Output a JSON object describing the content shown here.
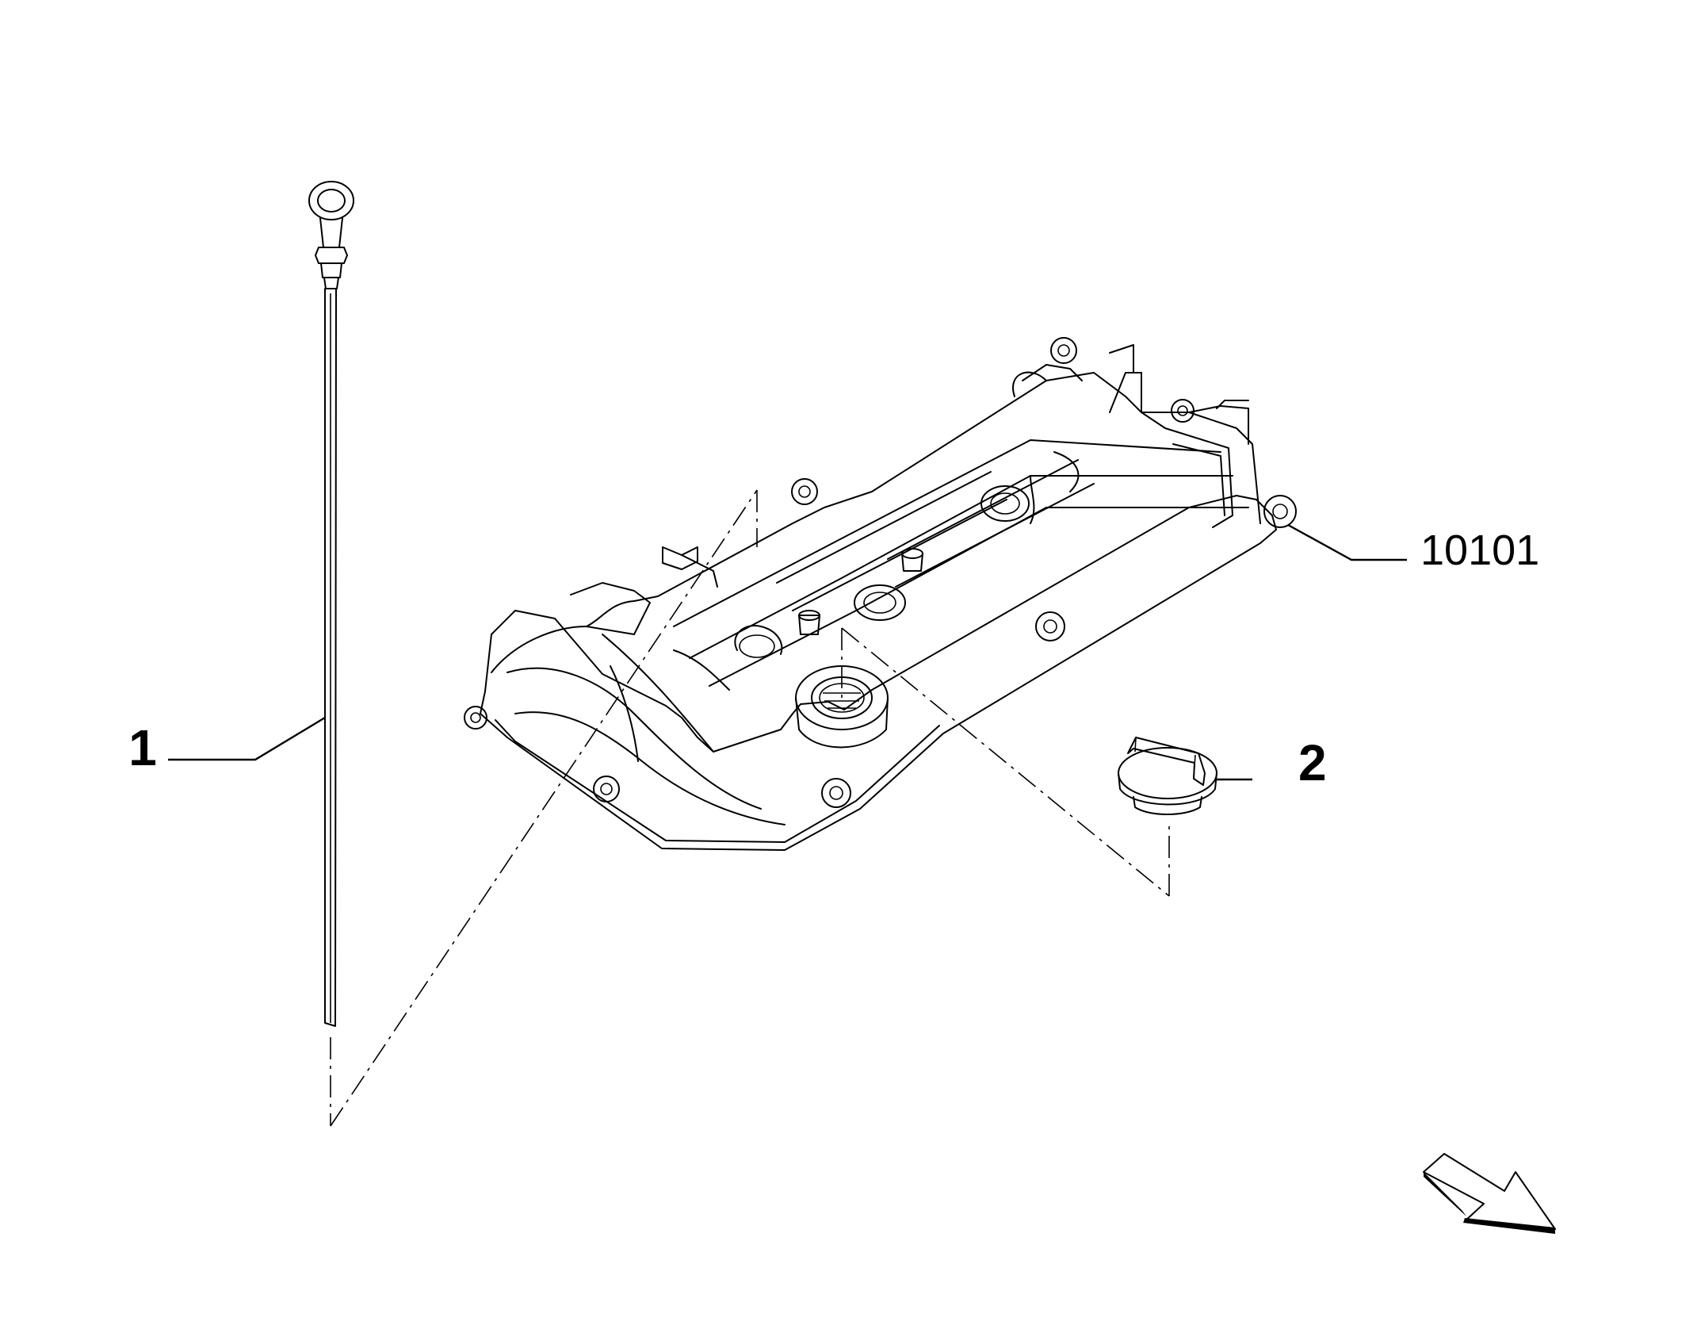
{
  "diagram": {
    "callouts": {
      "dipstick": "1",
      "cover": "10101",
      "cap": "2"
    },
    "icons": {
      "dipstick": "dipstick-icon",
      "cover": "valve-cover-icon",
      "cap": "oil-filler-cap-icon",
      "direction": "direction-arrow-icon"
    }
  }
}
